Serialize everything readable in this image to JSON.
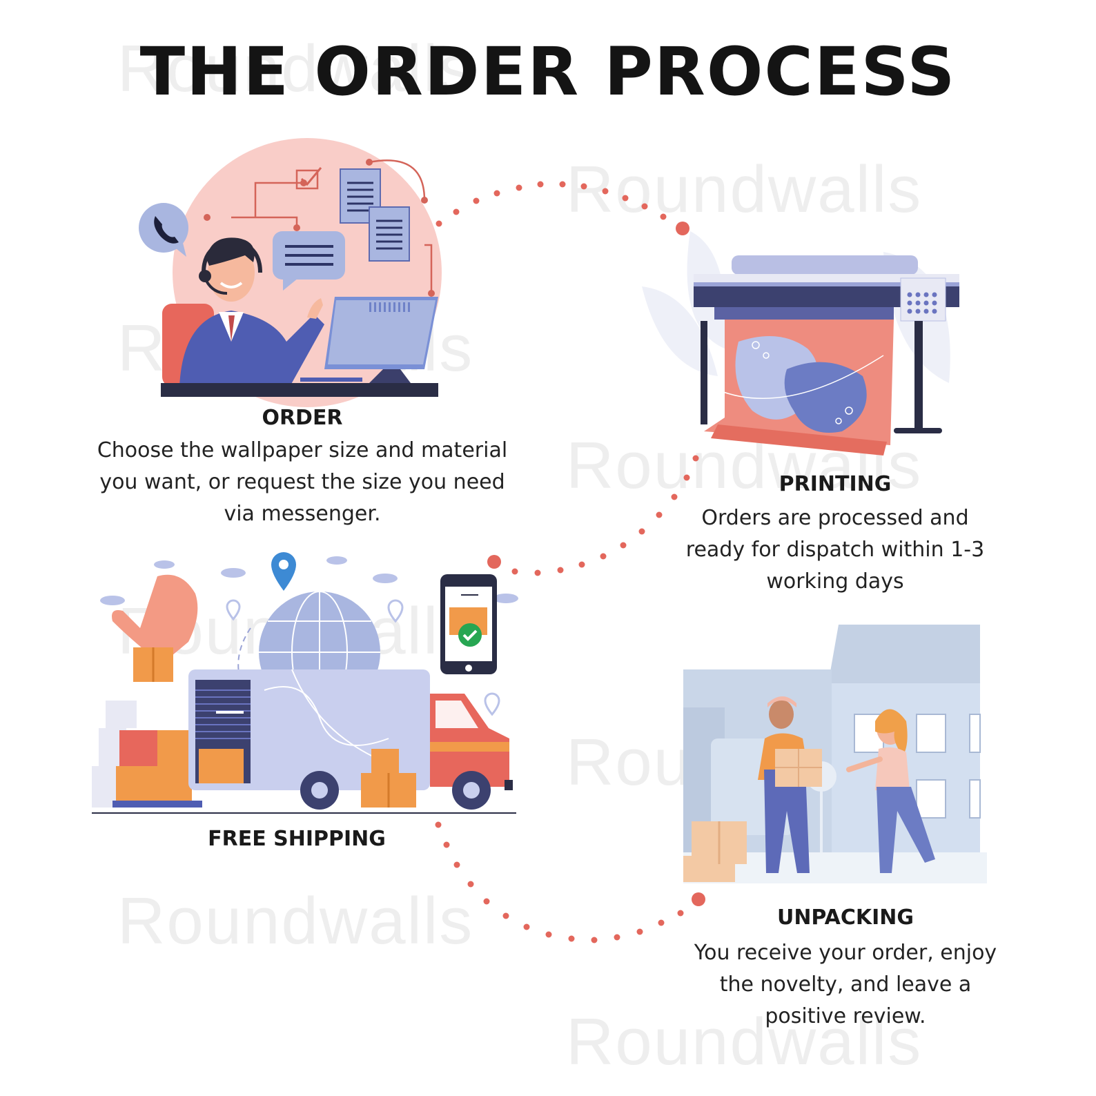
{
  "title": "THE ORDER PROCESS",
  "watermark": "Roundwalls",
  "accent_color": "#e3675c",
  "steps": [
    {
      "id": "order",
      "heading": "ORDER",
      "description": "Choose the wallpaper size and material you want, or request the size you need via messenger.",
      "icon": "customer-support-operator-icon"
    },
    {
      "id": "printing",
      "heading": "PRINTING",
      "description": "Orders are processed and ready for dispatch within 1-3 working days",
      "icon": "large-format-printer-icon"
    },
    {
      "id": "shipping",
      "heading": "FREE SHIPPING",
      "description": "",
      "icon": "delivery-truck-icon"
    },
    {
      "id": "unpacking",
      "heading": "UNPACKING",
      "description": "You receive your order, enjoy the novelty, and leave a positive review.",
      "icon": "courier-handover-icon"
    }
  ]
}
